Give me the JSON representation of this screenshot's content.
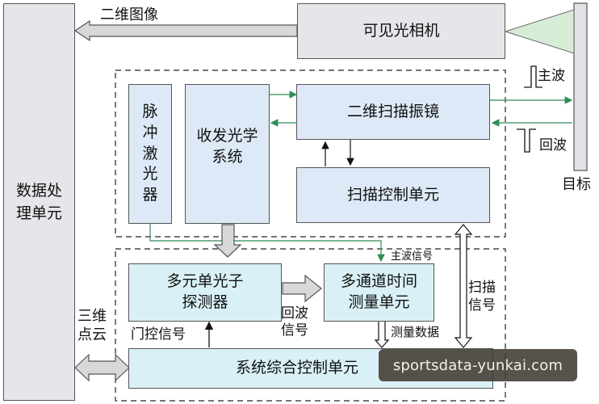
{
  "labels": {
    "data_processing": "数据处理单元",
    "visible_camera": "可见光相机",
    "image_2d": "二维图像",
    "target": "目标",
    "main_wave": "主波",
    "return_wave": "回波",
    "pulse_laser": "脉冲激光器",
    "tx_rx_optics": "收发光学系统",
    "scan_mirror_2d": "二维扫描振镜",
    "scan_control": "扫描控制单元",
    "multi_spad": "多元单光子探测器",
    "multi_tdc": "多通道时间测量单元",
    "system_control": "系统综合控制单元",
    "point_cloud_3d": "三维点云",
    "gate_signal": "门控信号",
    "return_signal": "回波信号",
    "main_wave_signal": "主波信号",
    "scan_signal": "扫描信号",
    "measure_data": "测量数据"
  },
  "watermark": "sportsdata-yunkai.com",
  "colors": {
    "gray_box": "#e6e6ea",
    "blue_box": "#dde9f6",
    "cyan_box": "#d9f1f6",
    "arrow_green": "#2e8b57",
    "block_arrow_fill": "#d8d8d8"
  }
}
